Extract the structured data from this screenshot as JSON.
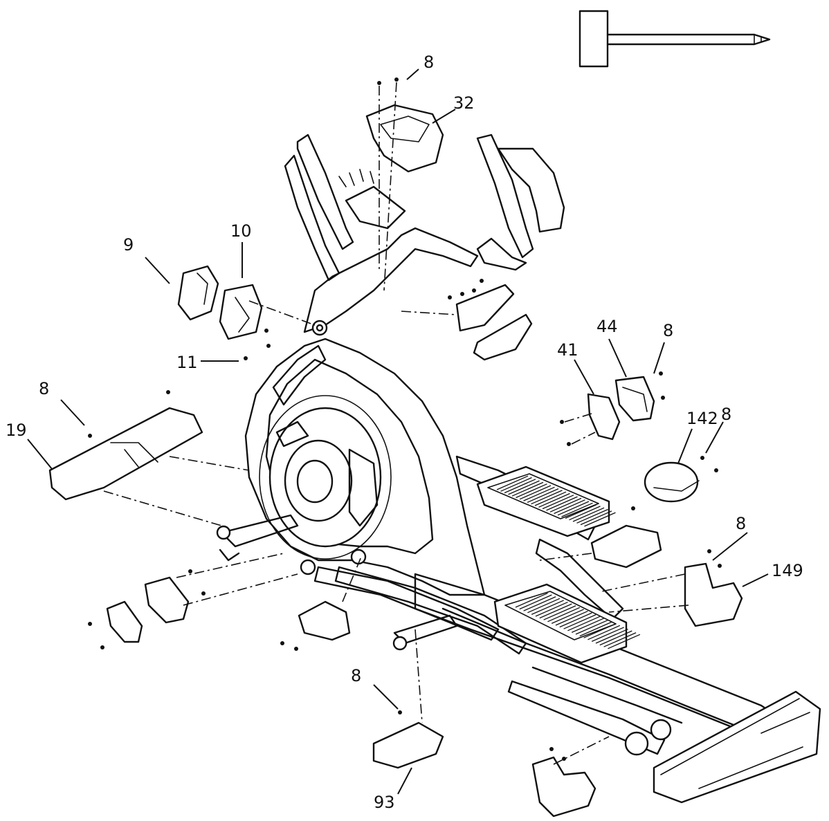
{
  "diagram": {
    "part_labels": {
      "p8_top": "8",
      "p32": "32",
      "p9": "9",
      "p10": "10",
      "p11": "11",
      "p44": "44",
      "p8_44": "8",
      "p41": "41",
      "p142": "142",
      "p8_142": "8",
      "p8_19": "8",
      "p19": "19",
      "p8_149": "8",
      "p149": "149",
      "p8_93": "8",
      "p93": "93"
    },
    "tool_icon": "screwdriver-icon"
  }
}
